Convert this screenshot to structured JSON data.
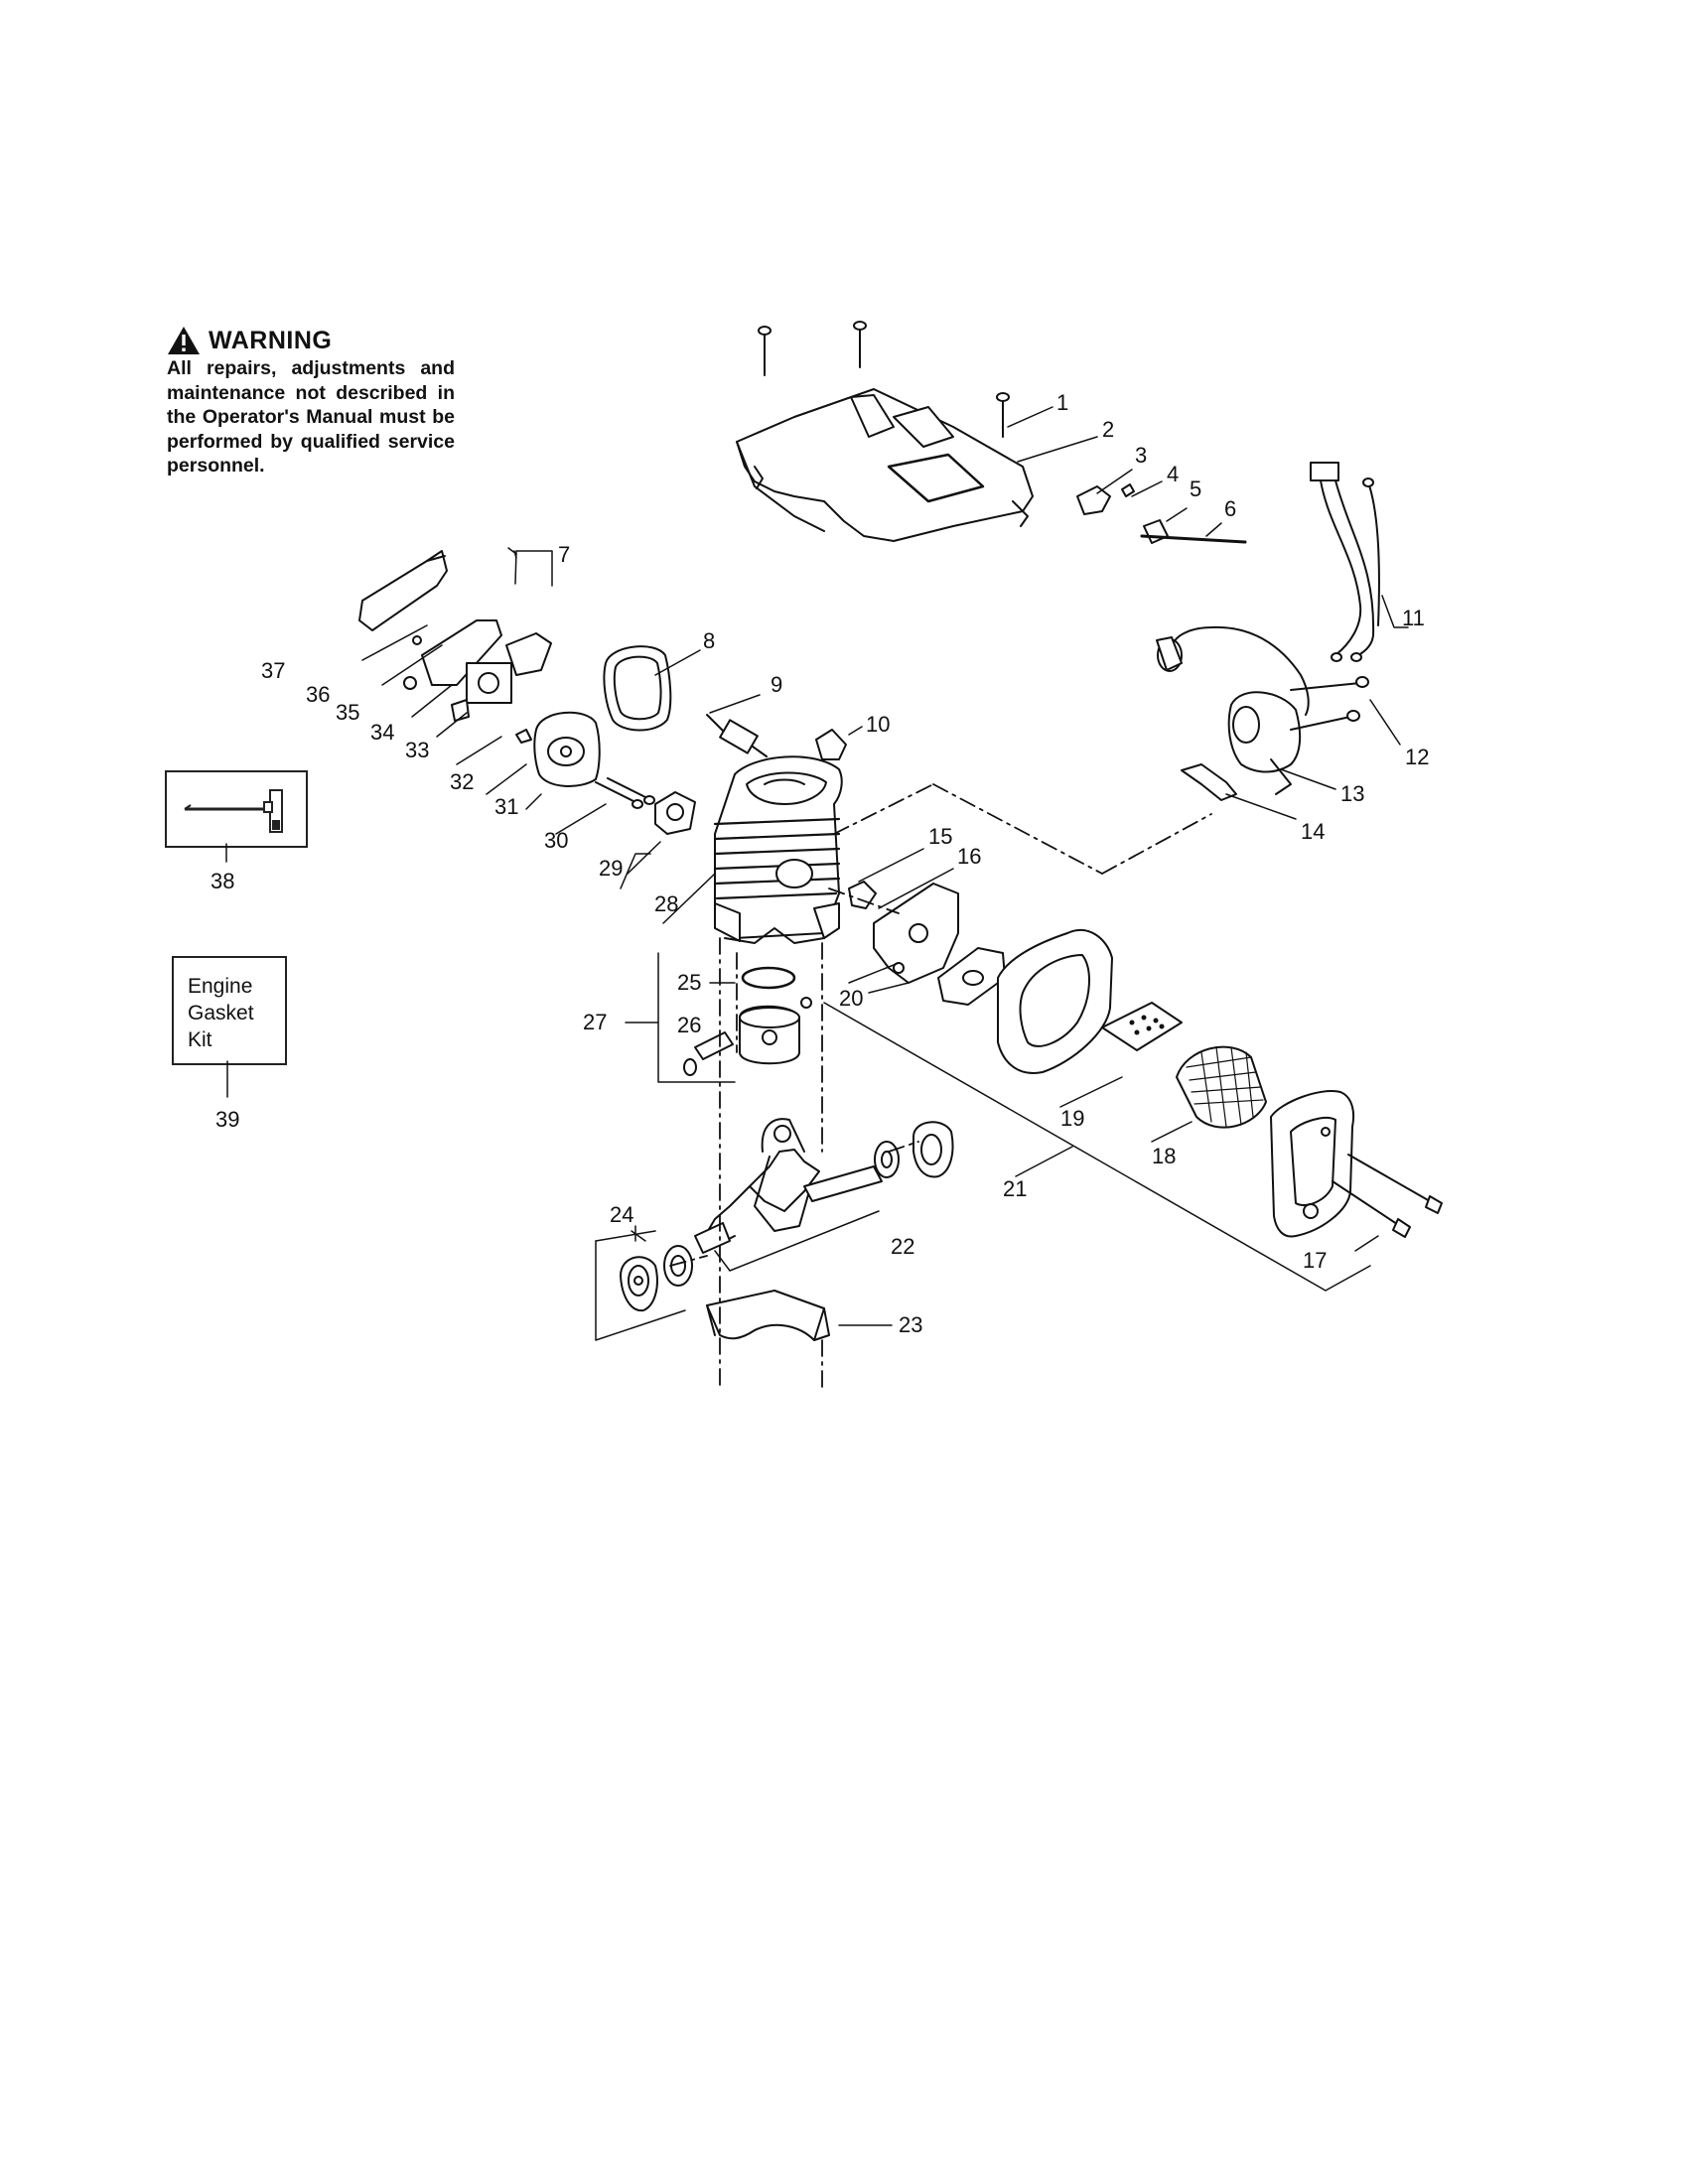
{
  "warning": {
    "heading": "WARNING",
    "text": "All repairs, adjustments and maintenance not described in the Operator's Manual must be performed by qualified service personnel."
  },
  "kit_box": {
    "lines": [
      "Engine",
      "Gasket",
      "Kit"
    ]
  },
  "part_numbers": [
    "1",
    "2",
    "3",
    "4",
    "5",
    "6",
    "7",
    "8",
    "9",
    "10",
    "11",
    "12",
    "13",
    "14",
    "15",
    "16",
    "17",
    "18",
    "19",
    "20",
    "21",
    "22",
    "23",
    "24",
    "25",
    "26",
    "27",
    "28",
    "29",
    "30",
    "31",
    "32",
    "33",
    "34",
    "35",
    "36",
    "37",
    "38",
    "39"
  ],
  "icons": {
    "warning": "warning-triangle-icon",
    "tool": "scrench-tool-icon"
  },
  "colors": {
    "line": "#111111",
    "background": "#ffffff"
  }
}
